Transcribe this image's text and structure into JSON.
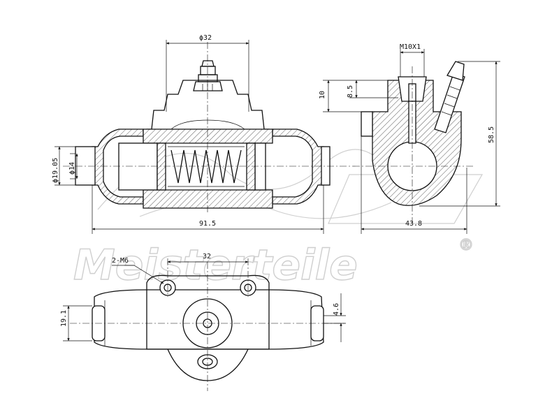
{
  "watermark": {
    "brand": "Meisterteile",
    "registered": "®"
  },
  "top_view": {
    "bore_dia_top": "ϕ32",
    "outer_dia": "ϕ19.05",
    "inner_dia": "ϕ14",
    "overall_length": "91.5"
  },
  "side_view": {
    "thread": "M10X1",
    "height_10": "10",
    "height_8_5": "8.5",
    "height_58_5": "58.5",
    "width_43_8": "43.8"
  },
  "bottom_view": {
    "mount_spacing": "32",
    "mount_holes": "2-M6",
    "body_dia": "19.1",
    "offset": "4.6"
  }
}
